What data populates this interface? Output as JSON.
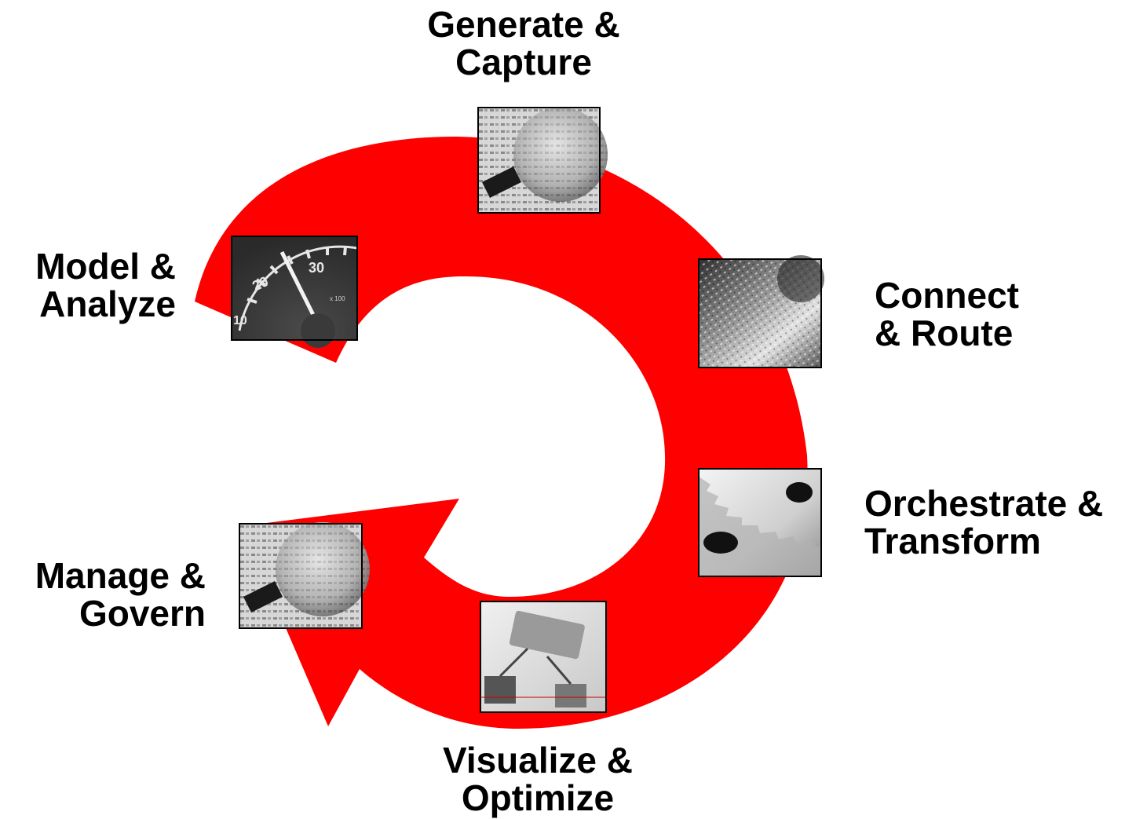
{
  "diagram": {
    "accent_color": "#ff0000",
    "stages": [
      {
        "id": "generate",
        "line1": "Generate &",
        "line2": "Capture",
        "icon": "magnifier-on-text-icon"
      },
      {
        "id": "connect",
        "line1": "Connect",
        "line2": "& Route",
        "icon": "binary-code-icon"
      },
      {
        "id": "orchestrate",
        "line1": "Orchestrate &",
        "line2": "Transform",
        "icon": "gears-icon"
      },
      {
        "id": "visualize",
        "line1": "Visualize &",
        "line2": "Optimize",
        "icon": "data-processing-flowchart-icon"
      },
      {
        "id": "manage",
        "line1": "Manage &",
        "line2": "Govern",
        "icon": "magnifier-on-text-icon"
      },
      {
        "id": "model",
        "line1": "Model &",
        "line2": "Analyze",
        "icon": "speedometer-gauge-icon"
      }
    ]
  }
}
